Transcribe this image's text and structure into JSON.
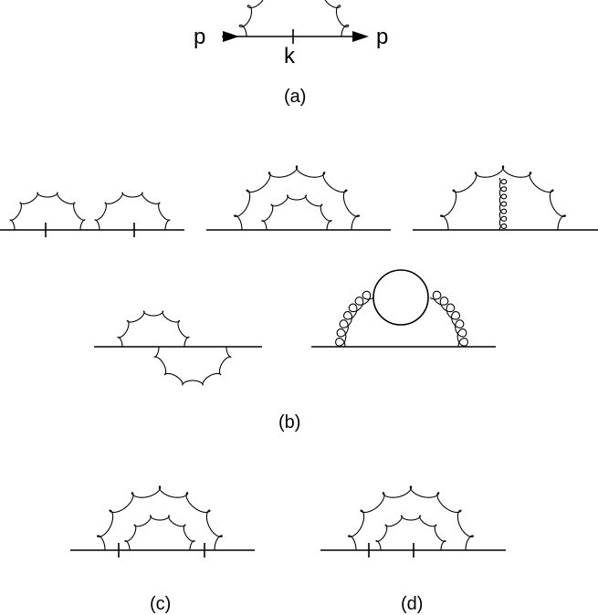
{
  "labels": {
    "a": "(a)",
    "b": "(b)",
    "c": "(c)",
    "d": "(d)"
  },
  "momenta": {
    "p_in": "p",
    "p_out": "p",
    "k": "k"
  }
}
